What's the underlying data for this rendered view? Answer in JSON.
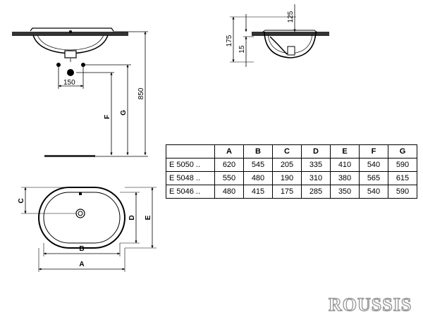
{
  "dimensions": {
    "d150": "150",
    "d850": "850",
    "d175": "175",
    "d15": "15",
    "d125": "125",
    "label_F": "F",
    "label_G": "G",
    "label_C": "C",
    "label_D": "D",
    "label_E": "E",
    "label_B": "B",
    "label_A": "A"
  },
  "table": {
    "headers": [
      "A",
      "B",
      "C",
      "D",
      "E",
      "F",
      "G"
    ],
    "rows": [
      {
        "model": "E 5050 ..",
        "values": [
          "620",
          "545",
          "205",
          "335",
          "410",
          "540",
          "590"
        ]
      },
      {
        "model": "E 5048 ..",
        "values": [
          "550",
          "480",
          "190",
          "310",
          "380",
          "565",
          "615"
        ]
      },
      {
        "model": "E 5046 ..",
        "values": [
          "480",
          "415",
          "175",
          "285",
          "350",
          "540",
          "590"
        ]
      }
    ]
  },
  "brand": {
    "logo": "ROUSSIS"
  }
}
